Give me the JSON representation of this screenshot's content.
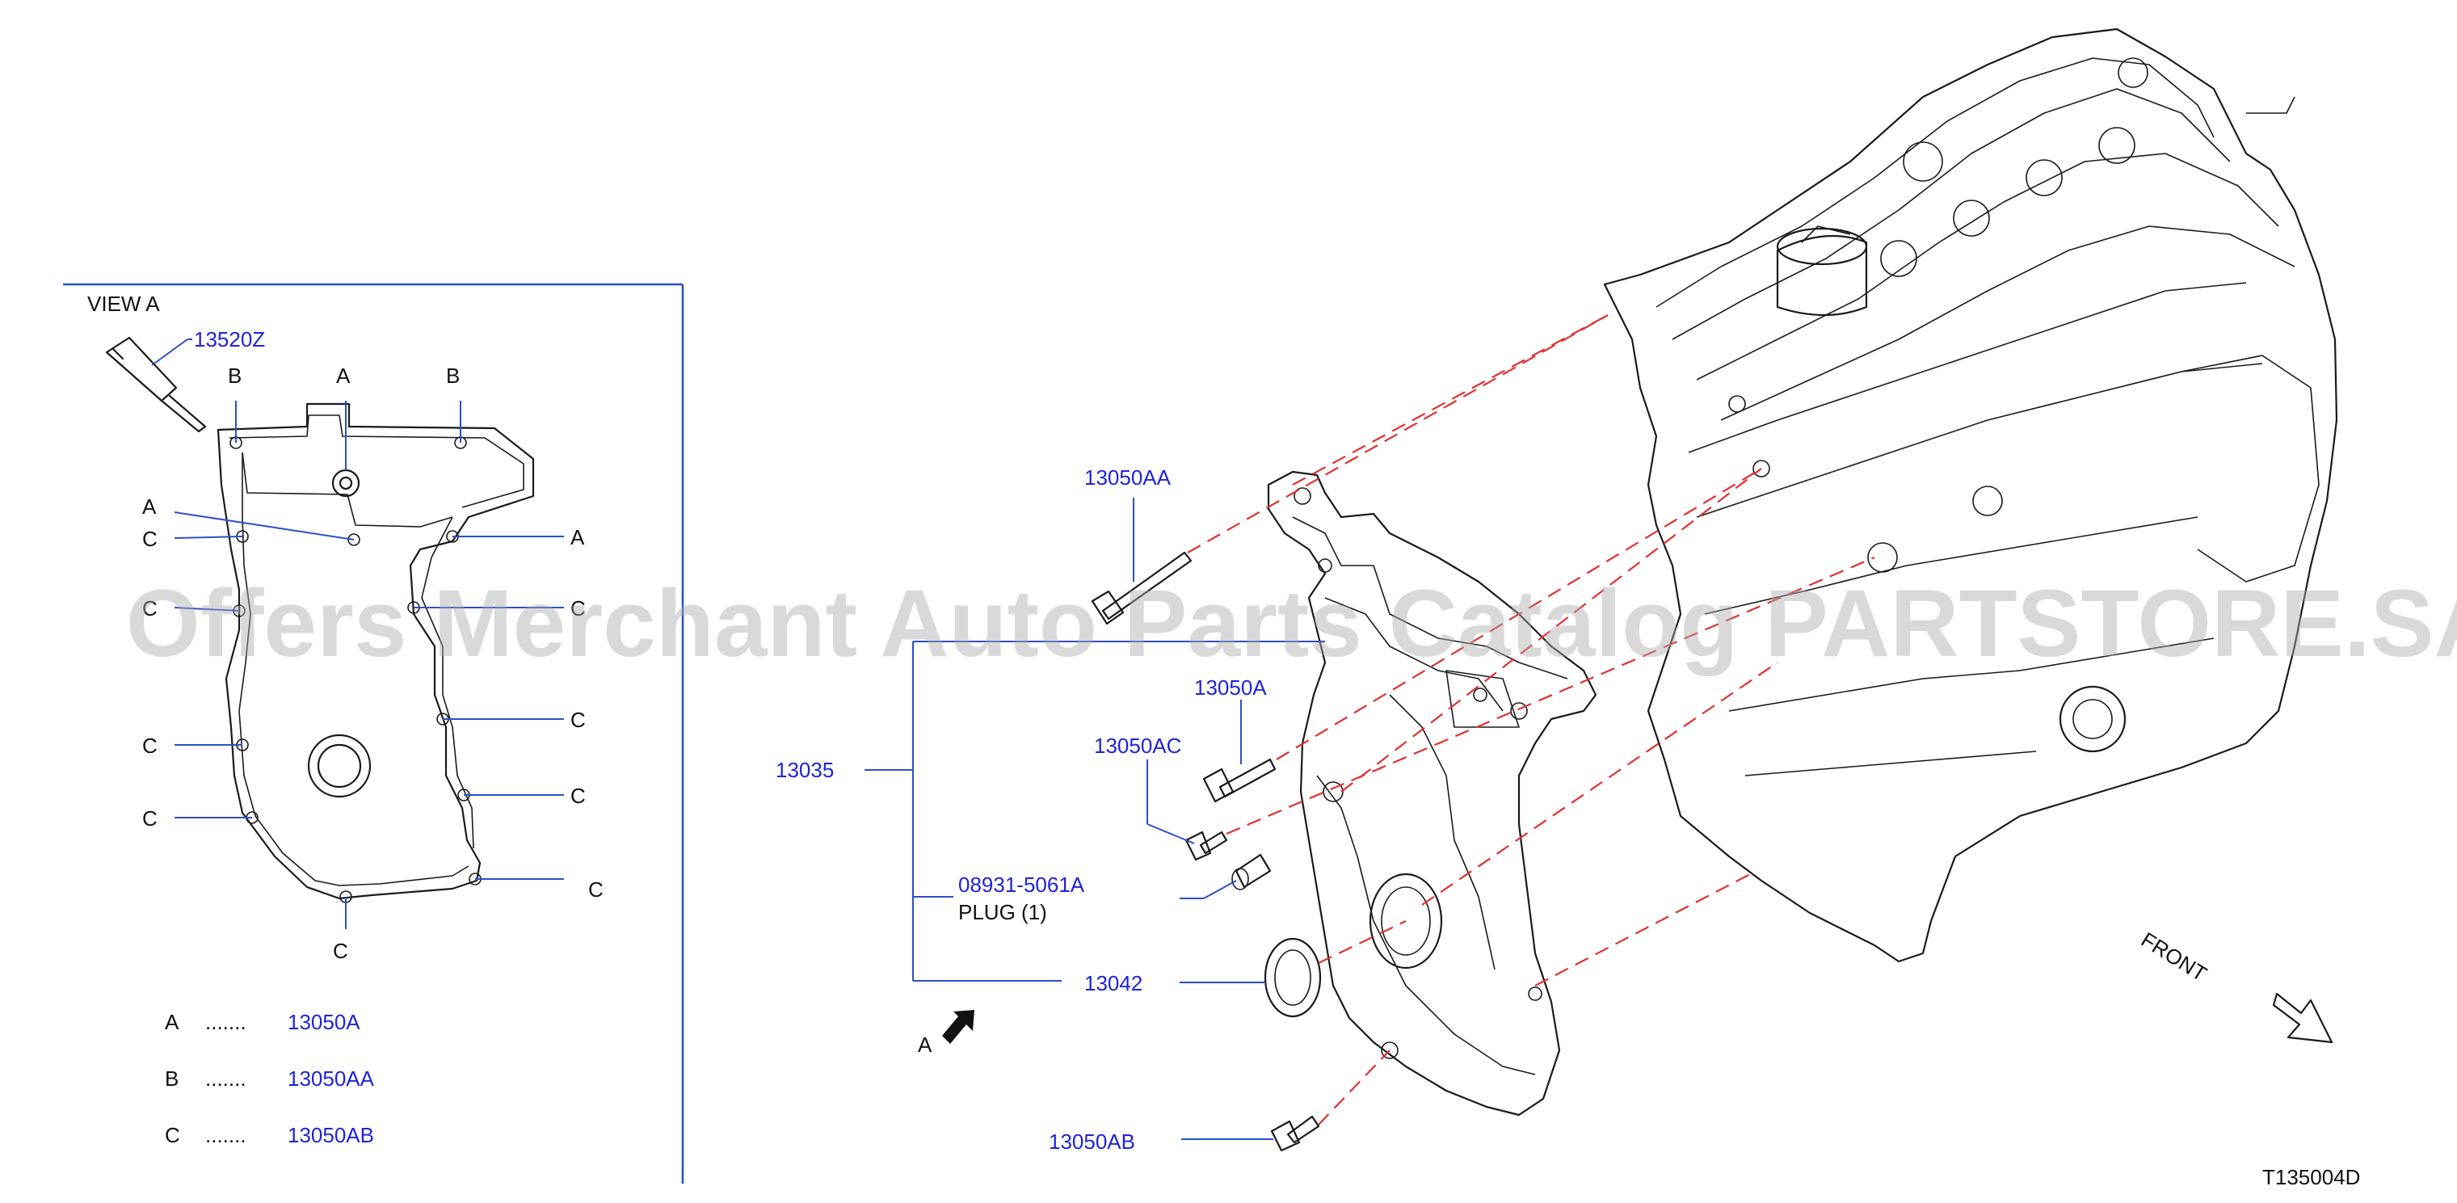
{
  "view_panel": {
    "title": "VIEW   A",
    "sealant_part": "13520Z",
    "letters": {
      "a": "A",
      "b": "B",
      "c": "C"
    },
    "legend": [
      {
        "letter": "A",
        "dots": ".......",
        "part": "13050A"
      },
      {
        "letter": "B",
        "dots": ".......",
        "part": "13050AA"
      },
      {
        "letter": "C",
        "dots": ".......",
        "part": "13050AB"
      }
    ]
  },
  "callouts": {
    "p13050AA": "13050AA",
    "p13050A": "13050A",
    "p13050AC": "13050AC",
    "p13035": "13035",
    "p08931": "08931-5061A",
    "plug": "PLUG   (1)",
    "p13042": "13042",
    "p13050AB": "13050AB",
    "view_arrow": "A"
  },
  "front_label": "FRONT",
  "diagram_code": "T135004D",
  "watermark": "Offers Merchant Auto Parts Catalog PARTSTORE.SA",
  "colors": {
    "part_number": "#1f24d6",
    "leader": "#2a4fc9",
    "assembly_dash": "#e03030",
    "line_art": "#1a1a1a",
    "watermark": "#aaaaaa"
  }
}
